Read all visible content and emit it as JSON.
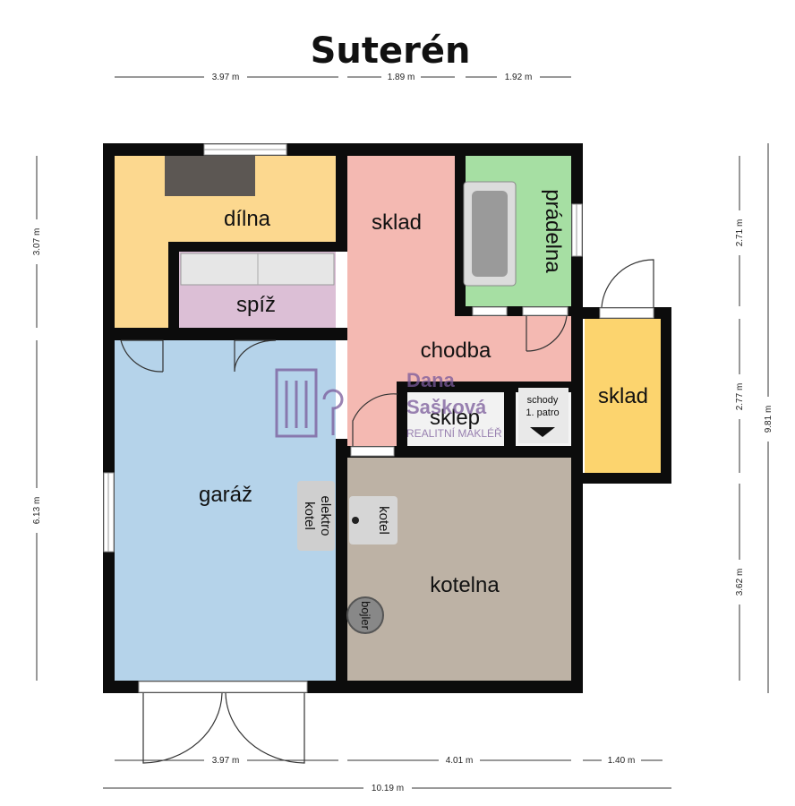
{
  "title": "Suterén",
  "rooms": {
    "dilna": "dílna",
    "spiz": "spíž",
    "sklad_inner": "sklad",
    "pradelna": "prádelna",
    "chodba": "chodba",
    "sklep": "sklep",
    "schody_line1": "schody",
    "schody_line2": "1. patro",
    "sklad_outer": "sklad",
    "garaz": "garáž",
    "kotelna": "kotelna"
  },
  "fixtures": {
    "elektro_line1": "elektro",
    "elektro_line2": "kotel",
    "kotel": "kotel",
    "bojler": "bojler"
  },
  "watermark": {
    "line1": "Dana",
    "line2": "Sašková",
    "line3": "REALITNÍ MAKLÉŘ"
  },
  "dimensions": {
    "top": [
      "3.97 m",
      "1.89 m",
      "1.92 m"
    ],
    "bottom": [
      "3.97 m",
      "4.01 m",
      "1.40 m"
    ],
    "bottom_total": "10.19 m",
    "left": [
      "3.07 m",
      "6.13 m"
    ],
    "right": [
      "2.71 m",
      "2.77 m",
      "3.62 m"
    ],
    "right_total": "9.81 m"
  },
  "colors": {
    "dilna": "#fcd88f",
    "spiz": "#dcbfd6",
    "sklad_inner": "#f4b9b2",
    "pradelna": "#a6dfa3",
    "sklad_outer": "#fcd46e",
    "garaz": "#b5d3ea",
    "kotelna": "#bdb2a5",
    "watermark": "#7a5a9a"
  }
}
